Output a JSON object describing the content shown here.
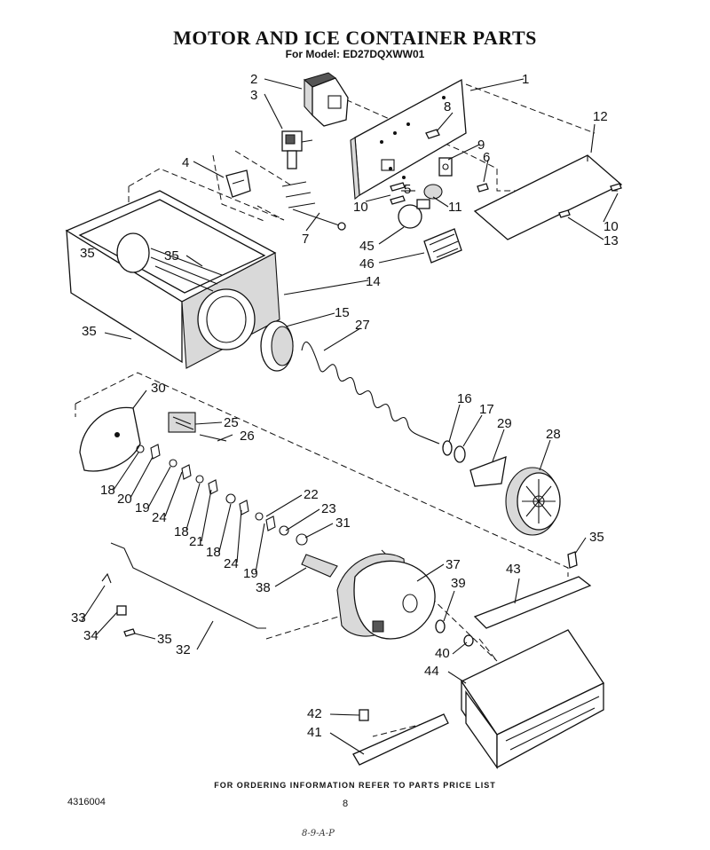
{
  "header": {
    "title": "MOTOR AND ICE CONTAINER PARTS",
    "subtitle": "For Model: ED27DQXWW01"
  },
  "footer": {
    "ordering_note": "FOR ORDERING INFORMATION REFER TO PARTS PRICE LIST",
    "doc_number": "4316004",
    "page_number": "8",
    "handwritten": "8-9-A-P"
  },
  "callouts": [
    "1",
    "2",
    "3",
    "4",
    "5",
    "6",
    "7",
    "8",
    "9",
    "10",
    "10",
    "11",
    "12",
    "13",
    "14",
    "15",
    "16",
    "17",
    "18",
    "18",
    "18",
    "19",
    "19",
    "20",
    "21",
    "22",
    "23",
    "24",
    "24",
    "25",
    "26",
    "27",
    "28",
    "29",
    "30",
    "31",
    "32",
    "33",
    "34",
    "35",
    "35",
    "35",
    "35",
    "35",
    "37",
    "38",
    "39",
    "40",
    "41",
    "42",
    "43",
    "44",
    "45",
    "46"
  ]
}
